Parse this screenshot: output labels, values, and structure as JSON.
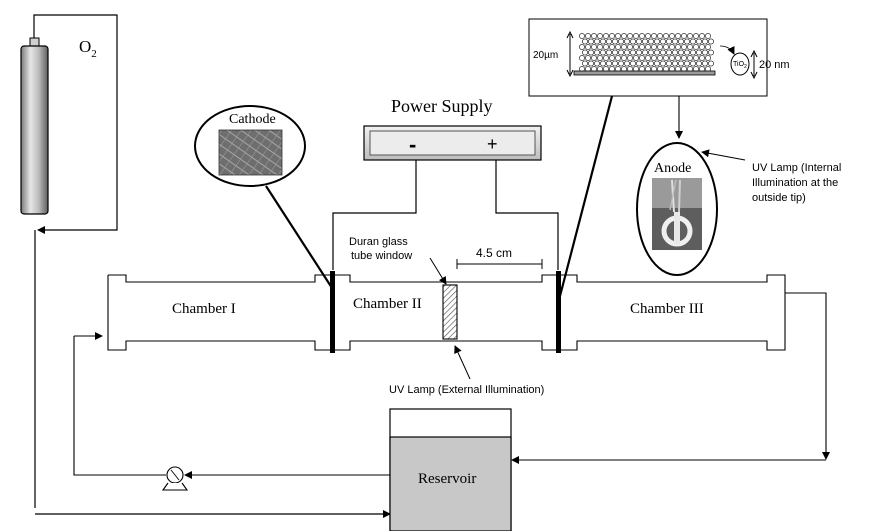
{
  "oxygen": {
    "label": "O",
    "subscript": "2"
  },
  "power_supply": {
    "title": "Power Supply",
    "negative": "-",
    "positive": "+"
  },
  "cathode": {
    "label": "Cathode"
  },
  "anode": {
    "label": "Anode"
  },
  "chambers": [
    "Chamber I",
    "Chamber II",
    "Chamber III"
  ],
  "window_label": [
    "Duran glass",
    "tube window"
  ],
  "distance_label": "4.5 cm",
  "uv_external": "UV Lamp (External Illumination)",
  "uv_internal": [
    "UV Lamp (Internal",
    "Illumination at the",
    "outside tip)"
  ],
  "inset": {
    "thickness": "20µm",
    "particle": "TiO",
    "particle_sub": "2",
    "particle_size": "20 nm"
  },
  "reservoir": {
    "label": "Reservoir"
  },
  "colors": {
    "line": "#000000",
    "cylinder_dark": "#6d6d6d",
    "cylinder_light": "#dcdcdc",
    "reservoir_fill": "#c8c8c8",
    "cathode_fill": "#7d7d7d"
  }
}
